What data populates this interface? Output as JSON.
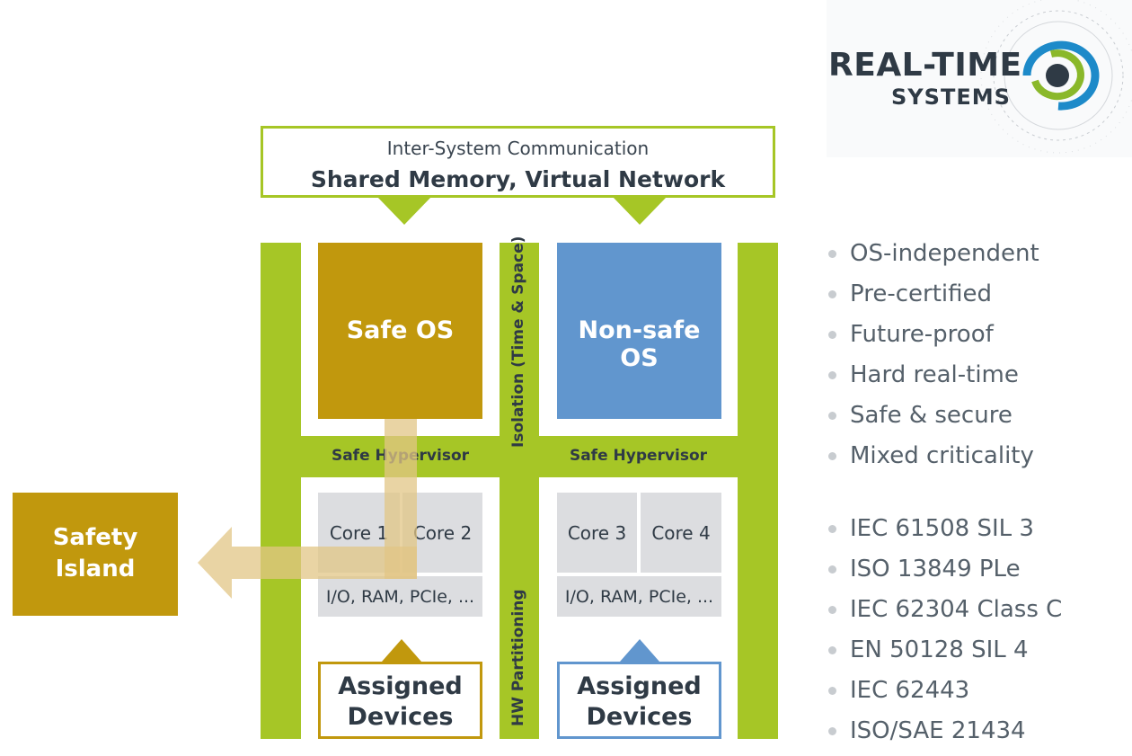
{
  "logo": {
    "line1": "REAL-TIME",
    "line2": "SYSTEMS"
  },
  "communication": {
    "subtitle": "Inter-System Communication",
    "title": "Shared Memory, Virtual Network"
  },
  "safe_side": {
    "os_label": "Safe OS",
    "hypervisor_label": "Safe Hypervisor",
    "cores": [
      "Core 1",
      "Core 2"
    ],
    "io_label": "I/O, RAM, PCIe, ...",
    "devices_line1": "Assigned",
    "devices_line2": "Devices"
  },
  "nonsafe_side": {
    "os_label": "Non-safe OS",
    "hypervisor_label": "Safe Hypervisor",
    "cores": [
      "Core 3",
      "Core 4"
    ],
    "io_label": "I/O, RAM, PCIe, ...",
    "devices_line1": "Assigned",
    "devices_line2": "Devices"
  },
  "isolation_label": "Isolation (Time & Space)",
  "partitioning_label": "HW Partitioning",
  "safety_island": {
    "line1": "Safety",
    "line2": "Island"
  },
  "features": [
    "OS-independent",
    "Pre-certified",
    "Future-proof",
    "Hard real-time",
    "Safe & secure",
    "Mixed criticality"
  ],
  "certifications": [
    "IEC 61508 SIL 3",
    "ISO 13849 PLe",
    "IEC 62304 Class C",
    "EN 50128 SIL 4",
    "IEC 62443",
    "ISO/SAE 21434"
  ],
  "colors": {
    "green": "#a6c626",
    "safe": "#c1980d",
    "nonsafe": "#6196ce",
    "grey": "#dcdde0",
    "text": "#2f3a45"
  }
}
